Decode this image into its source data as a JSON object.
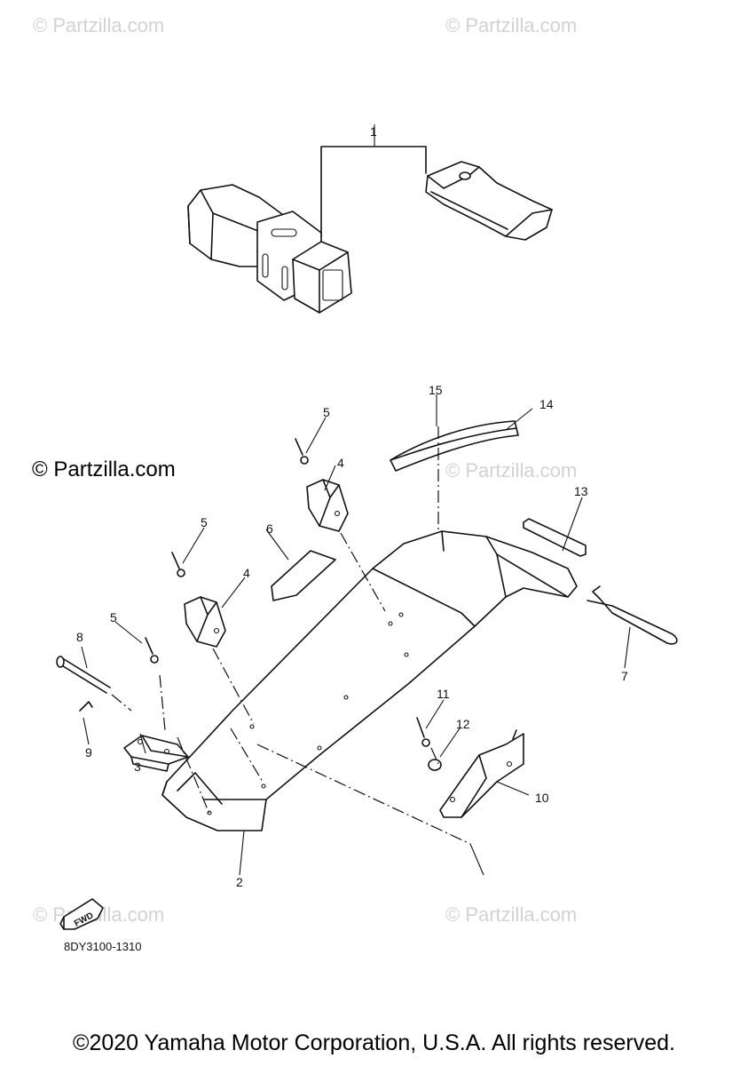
{
  "watermarks": {
    "top_left": "© Partzilla.com",
    "top_right": "© Partzilla.com",
    "main": "© Partzilla.com",
    "mid_right": "© Partzilla.com",
    "bottom_left": "© Partzilla.com",
    "bottom_right": "© Partzilla.com"
  },
  "callouts": {
    "c1": "1",
    "c2": "2",
    "c3": "3",
    "c4a": "4",
    "c4b": "4",
    "c5a": "5",
    "c5b": "5",
    "c5c": "5",
    "c6": "6",
    "c7": "7",
    "c8": "8",
    "c9": "9",
    "c10": "10",
    "c11": "11",
    "c12": "12",
    "c13": "13",
    "c14": "14",
    "c15": "15"
  },
  "fwd_label": "FWD",
  "diagram_code": "8DY3100-1310",
  "copyright": "©2020 Yamaha Motor Corporation, U.S.A. All rights reserved."
}
